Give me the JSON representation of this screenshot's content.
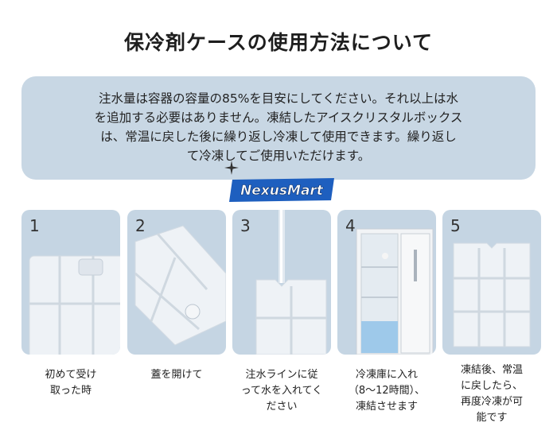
{
  "title": "保冷剤ケースの使用方法について",
  "info": {
    "lines": [
      "注水量は容器の容量の85%を目安にしてください。それ以上は水",
      "を追加する必要はありません。凍結したアイスクリスタルボックス",
      "は、常温に戻した後に繰り返し冷凍して使用できます。繰り返し",
      "て冷凍してご使用いただけます。"
    ]
  },
  "brand": "NexusMart",
  "steps": [
    {
      "number": "1",
      "caption_lines": [
        "初めて受け",
        "取った時"
      ]
    },
    {
      "number": "2",
      "caption_lines": [
        "蓋を開けて"
      ]
    },
    {
      "number": "3",
      "caption_lines": [
        "注水ラインに従",
        "って水を入れてく",
        "ださい"
      ]
    },
    {
      "number": "4",
      "caption_lines": [
        "冷凍庫に入れ",
        "（8〜12時間）、",
        "凍結させます"
      ]
    },
    {
      "number": "5",
      "caption_lines": [
        "凍結後、常温",
        "に戻したら、",
        "再度冷凍が可",
        "能です"
      ]
    }
  ],
  "colors": {
    "panel": "#c8d7e4",
    "card": "#c5d5e3",
    "brand_blue": "#1e5fbf"
  }
}
